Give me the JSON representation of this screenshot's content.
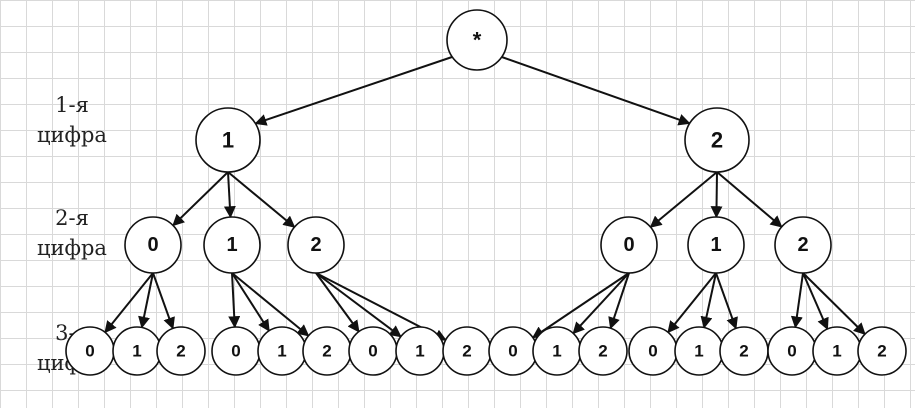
{
  "labels": {
    "level1": [
      "1-я",
      "цифра"
    ],
    "level2": [
      "2-я",
      "цифра"
    ],
    "level3": [
      "3-я",
      "цифра"
    ]
  },
  "tree": {
    "label": "*",
    "children": [
      {
        "label": "1",
        "children": [
          {
            "label": "0",
            "children": [
              {
                "label": "0"
              },
              {
                "label": "1"
              },
              {
                "label": "2"
              }
            ]
          },
          {
            "label": "1",
            "children": [
              {
                "label": "0"
              },
              {
                "label": "1"
              },
              {
                "label": "2"
              }
            ]
          },
          {
            "label": "2",
            "children": [
              {
                "label": "0"
              },
              {
                "label": "1"
              },
              {
                "label": "2"
              }
            ]
          }
        ]
      },
      {
        "label": "2",
        "children": [
          {
            "label": "0",
            "children": [
              {
                "label": "0"
              },
              {
                "label": "1"
              },
              {
                "label": "2"
              }
            ]
          },
          {
            "label": "1",
            "children": [
              {
                "label": "0"
              },
              {
                "label": "1"
              },
              {
                "label": "2"
              }
            ]
          },
          {
            "label": "2",
            "children": [
              {
                "label": "0"
              },
              {
                "label": "1"
              },
              {
                "label": "2"
              }
            ]
          }
        ]
      }
    ]
  }
}
